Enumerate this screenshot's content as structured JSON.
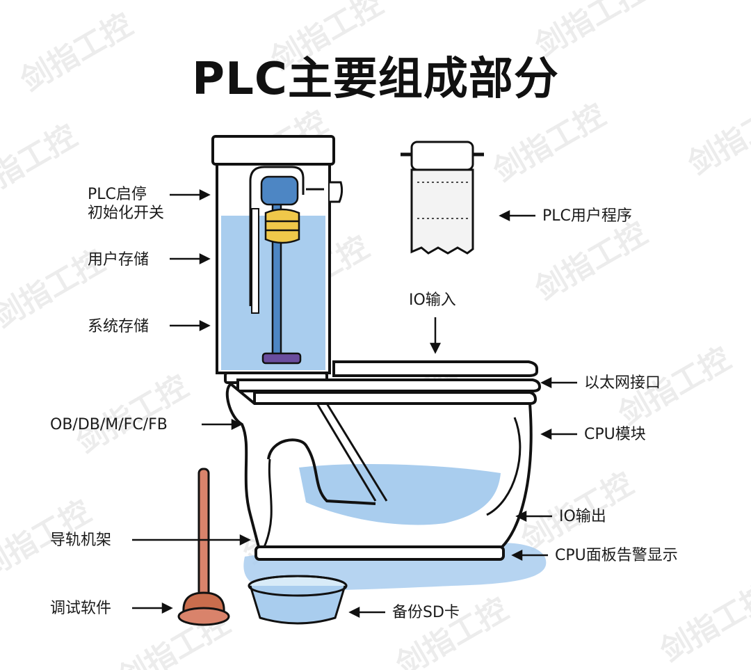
{
  "title": "PLC主要组成部分",
  "watermark": "剑指工控",
  "labels": {
    "plc_start_stop_line1": "PLC启停",
    "plc_start_stop_line2": "初始化开关",
    "user_storage": "用户存储",
    "system_storage": "系统存储",
    "ob_db": "OB/DB/M/FC/FB",
    "rail_rack": "导轨机架",
    "debug_software": "调试软件",
    "plc_user_program": "PLC用户程序",
    "io_input": "IO输入",
    "ethernet_port": "以太网接口",
    "cpu_module": "CPU模块",
    "io_output": "IO输出",
    "cpu_panel_alarm": "CPU面板告警显示",
    "backup_sd": "备份SD卡"
  },
  "icons": [
    "toilet-illustration",
    "toilet-paper-roll",
    "plunger",
    "basin",
    "water-puddle"
  ],
  "colors": {
    "water": "#a9cdee",
    "water_dark": "#8fbde6",
    "float_blue": "#4d86c4",
    "float_yellow": "#f0c84a",
    "flapper_purple": "#6a4d9e",
    "plunger_red": "#d9836b",
    "plunger_handle": "#c96d4d",
    "outline": "#111111"
  }
}
